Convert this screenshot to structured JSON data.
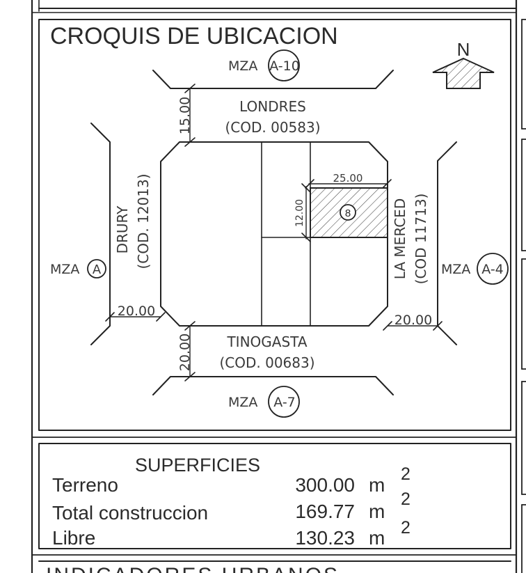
{
  "croquis": {
    "title": "CROQUIS DE UBICACION",
    "north": "N",
    "mza_top": "MZA",
    "mza_top_code": "A-10",
    "mza_left": "MZA",
    "mza_left_code": "A",
    "mza_right": "MZA",
    "mza_right_code": "A-4",
    "mza_bottom": "MZA",
    "mza_bottom_code": "A-7",
    "street_top_name": "LONDRES",
    "street_top_code": "(COD. 00583)",
    "street_top_width": "15.00",
    "street_left_name": "DRURY",
    "street_left_code": "(COD. 12013)",
    "street_left_width": "20.00",
    "street_right_name": "LA MERCED",
    "street_right_code": "(COD 11713)",
    "street_right_width": "20.00",
    "street_bottom_name": "TINOGASTA",
    "street_bottom_code": "(COD. 00683)",
    "street_bottom_width": "20.00",
    "lot_width": "25.00",
    "lot_depth": "12.00",
    "lot_number": "8"
  },
  "superficies": {
    "title": "SUPERFICIES",
    "rows": [
      {
        "label": "Terreno",
        "value": "300.00",
        "unit": "m",
        "exp": "2"
      },
      {
        "label": "Total construccion",
        "value": "169.77",
        "unit": "m",
        "exp": "2"
      },
      {
        "label": "Libre",
        "value": "130.23",
        "unit": "m",
        "exp": "2"
      }
    ]
  },
  "next_section": {
    "title": "INDICADORES URBANOS"
  }
}
